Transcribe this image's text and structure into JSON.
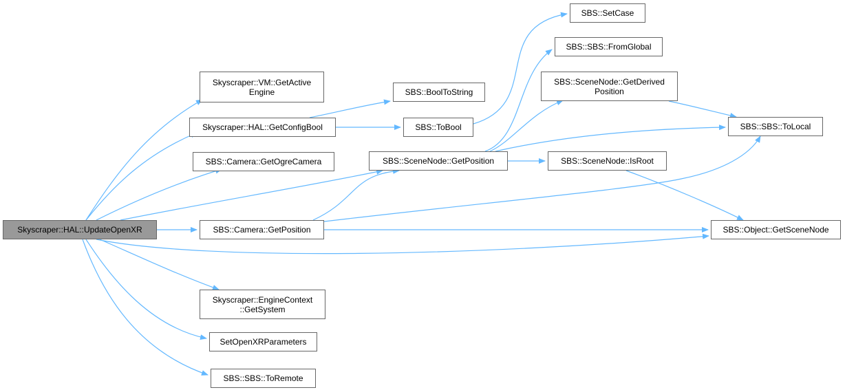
{
  "colors": {
    "edge": "#63b8ff",
    "border": "#666666",
    "root_fill": "#999999",
    "node_fill": "#ffffff"
  },
  "nodes": {
    "update_openxr": "Skyscraper::HAL::UpdateOpenXR",
    "vm_get_active_engine": "Skyscraper::VM::GetActive\nEngine",
    "hal_get_config_bool": "Skyscraper::HAL::GetConfigBool",
    "camera_get_ogre_camera": "SBS::Camera::GetOgreCamera",
    "camera_get_position": "SBS::Camera::GetPosition",
    "engine_context_get_system": "Skyscraper::EngineContext\n::GetSystem",
    "set_openxr_parameters": "SetOpenXRParameters",
    "sbs_to_remote": "SBS::SBS::ToRemote",
    "bool_to_string": "SBS::BoolToString",
    "to_bool": "SBS::ToBool",
    "scenenode_get_position": "SBS::SceneNode::GetPosition",
    "set_case": "SBS::SetCase",
    "sbs_from_global": "SBS::SBS::FromGlobal",
    "scenenode_get_derived_position": "SBS::SceneNode::GetDerived\nPosition",
    "scenenode_is_root": "SBS::SceneNode::IsRoot",
    "sbs_to_local": "SBS::SBS::ToLocal",
    "object_get_scene_node": "SBS::Object::GetSceneNode"
  },
  "edges": [
    [
      "update_openxr",
      "vm_get_active_engine"
    ],
    [
      "update_openxr",
      "hal_get_config_bool"
    ],
    [
      "update_openxr",
      "camera_get_ogre_camera"
    ],
    [
      "update_openxr",
      "scenenode_get_position"
    ],
    [
      "update_openxr",
      "camera_get_position"
    ],
    [
      "update_openxr",
      "object_get_scene_node"
    ],
    [
      "update_openxr",
      "engine_context_get_system"
    ],
    [
      "update_openxr",
      "set_openxr_parameters"
    ],
    [
      "update_openxr",
      "sbs_to_remote"
    ],
    [
      "hal_get_config_bool",
      "bool_to_string"
    ],
    [
      "hal_get_config_bool",
      "to_bool"
    ],
    [
      "to_bool",
      "set_case"
    ],
    [
      "scenenode_get_position",
      "sbs_from_global"
    ],
    [
      "scenenode_get_position",
      "scenenode_get_derived_position"
    ],
    [
      "scenenode_get_position",
      "sbs_to_local"
    ],
    [
      "scenenode_get_position",
      "scenenode_is_root"
    ],
    [
      "scenenode_get_derived_position",
      "sbs_to_local"
    ],
    [
      "scenenode_is_root",
      "object_get_scene_node"
    ],
    [
      "camera_get_position",
      "scenenode_get_position"
    ],
    [
      "camera_get_position",
      "sbs_to_local"
    ],
    [
      "camera_get_position",
      "object_get_scene_node"
    ]
  ]
}
